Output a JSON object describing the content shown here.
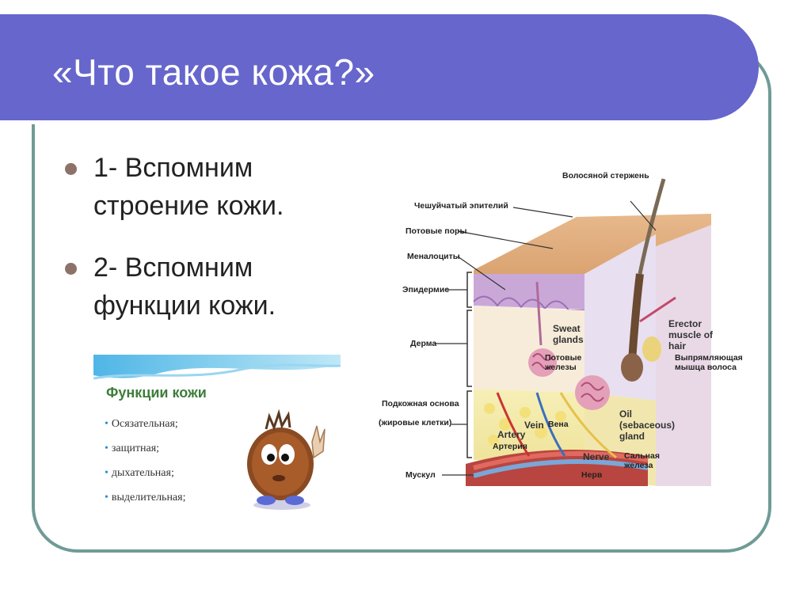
{
  "slide": {
    "title": "«Что такое кожа?»",
    "bullets": [
      {
        "text": "1- Вспомним строение кожи."
      },
      {
        "text": "2- Вспомним функции кожи."
      }
    ]
  },
  "card": {
    "title": "Функции кожи",
    "items": [
      "Осязательная;",
      "защитная;",
      "дыхательная;",
      "выделительная;"
    ]
  },
  "diagram": {
    "labels": {
      "hair_shaft": "Волосяной стержень",
      "scaly_epithelium": "Чешуйчатый эпителий",
      "sweat_pores": "Потовые поры",
      "melanocytes": "Меналоциты",
      "epidermis": "Эпидермис",
      "dermis": "Дерма",
      "subcutaneous": "Подкожная основа",
      "fat_cells": "(жировые клетки)",
      "muscle": "Мускул",
      "artery_ru": "Артерия",
      "vein_ru": "Вена",
      "nerve_ru": "Нерв",
      "sweat_glands_ru": "Потовые железы",
      "erector_ru": "Выпрямляющая мышца волоса",
      "sebaceous_ru": "Сальная железа",
      "artery_en": "Artery",
      "vein_en": "Vein",
      "nerve_en": "Nerve",
      "sweat_glands_en": "Sweat glands",
      "erector_en": "Erector muscle of hair",
      "oil_gland_en": "Oil (sebaceous) gland"
    }
  },
  "colors": {
    "title_bar": "#6666cc",
    "frame_border": "#6f9b96",
    "bullet_dot": "#8c7268",
    "card_title": "#3d7d3a"
  }
}
